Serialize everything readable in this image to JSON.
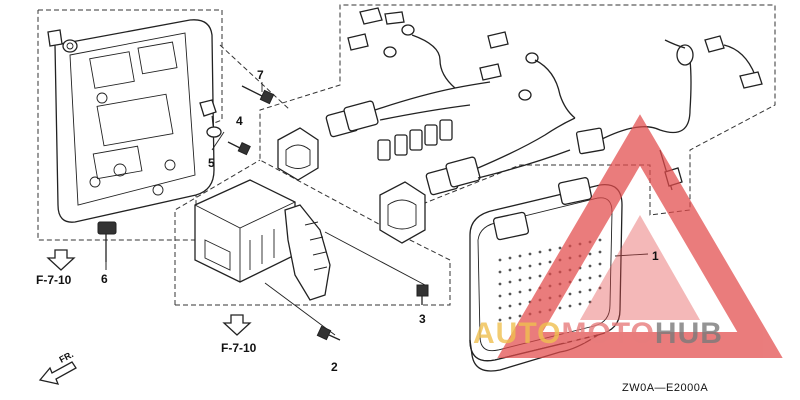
{
  "diagram": {
    "callouts": [
      {
        "id": "1",
        "label": "1"
      },
      {
        "id": "2",
        "label": "2"
      },
      {
        "id": "3",
        "label": "3"
      },
      {
        "id": "4",
        "label": "4"
      },
      {
        "id": "5",
        "label": "5"
      },
      {
        "id": "6",
        "label": "6"
      },
      {
        "id": "7",
        "label": "7"
      }
    ],
    "references": [
      "F-7-10",
      "F-7-10"
    ],
    "front_label": "FR.",
    "drawing_code": "ZW0A—E2000A"
  },
  "watermark": {
    "part1": "AUTO",
    "part2": "MOTO",
    "part3": "HUB",
    "colors": {
      "auto": "#f0c050",
      "moto": "#e87d7d",
      "hub": "#7a7a7a",
      "triangle": "#e24b4b"
    }
  }
}
